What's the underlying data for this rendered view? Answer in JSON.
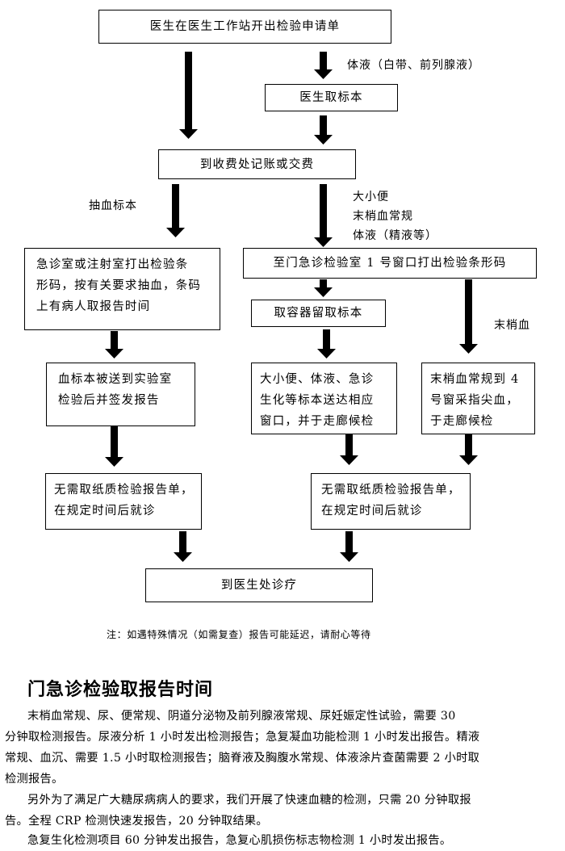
{
  "flow": {
    "start": "医生在医生工作站开出检验申请单",
    "body_fluid_label": "体液（白带、前列腺液）",
    "doctor_sample": "医生取标本",
    "billing": "到收费处记账或交费",
    "blood_label": "抽血标本",
    "right_labels": [
      "大小便",
      "末梢血常规",
      "体液（精液等）"
    ],
    "emergency_draw": [
      "急诊室或注射室打出检验条",
      "形码，按有关要求抽血，条码",
      "上有病人取报告时间"
    ],
    "window1": "至门急诊检验室 1 号窗口打出检验条形码",
    "container": "取容器留取标本",
    "capillary_label": "末梢血",
    "blood_lab": [
      "血标本被送到实验室",
      "检验后并签发报告"
    ],
    "urine_lab": [
      "大小便、体液、急诊",
      "生化等标本送达相应",
      "窗口，并于走廊候检"
    ],
    "capillary_window": [
      "末梢血常规到 4",
      "号窗采指尖血，",
      "于走廊候检"
    ],
    "no_paper_left": [
      "无需取纸质检验报告单，",
      "在规定时间后就诊"
    ],
    "no_paper_right": [
      "无需取纸质检验报告单，",
      "在规定时间后就诊"
    ],
    "end": "到医生处诊疗"
  },
  "note": "注：如遇特殊情况（如需复查）报告可能延迟，请耐心等待",
  "section": {
    "title": "门急诊检验取报告时间",
    "paragraphs": [
      [
        "末梢血常规、尿、便常规、阴道分泌物及前列腺液常规、尿妊娠定性试验，需要 30",
        "分钟取检测报告。尿液分析 1 小时发出检测报告；急复凝血功能检测 1 小时发出报告。精液",
        "常规、血沉、需要 1.5 小时取检测报告；脑脊液及胸腹水常规、体液涂片查菌需要 2 小时取",
        "检测报告。"
      ],
      [
        "另外为了满足广大糖尿病病人的要求，我们开展了快速血糖的检测，只需 20 分钟取报",
        "告。全程 CRP 检测快速发报告，20 分钟取结果。"
      ],
      [
        "急复生化检测项目 60 分钟发出报告，急复心肌损伤标志物检测 1 小时发出报告。"
      ]
    ]
  }
}
